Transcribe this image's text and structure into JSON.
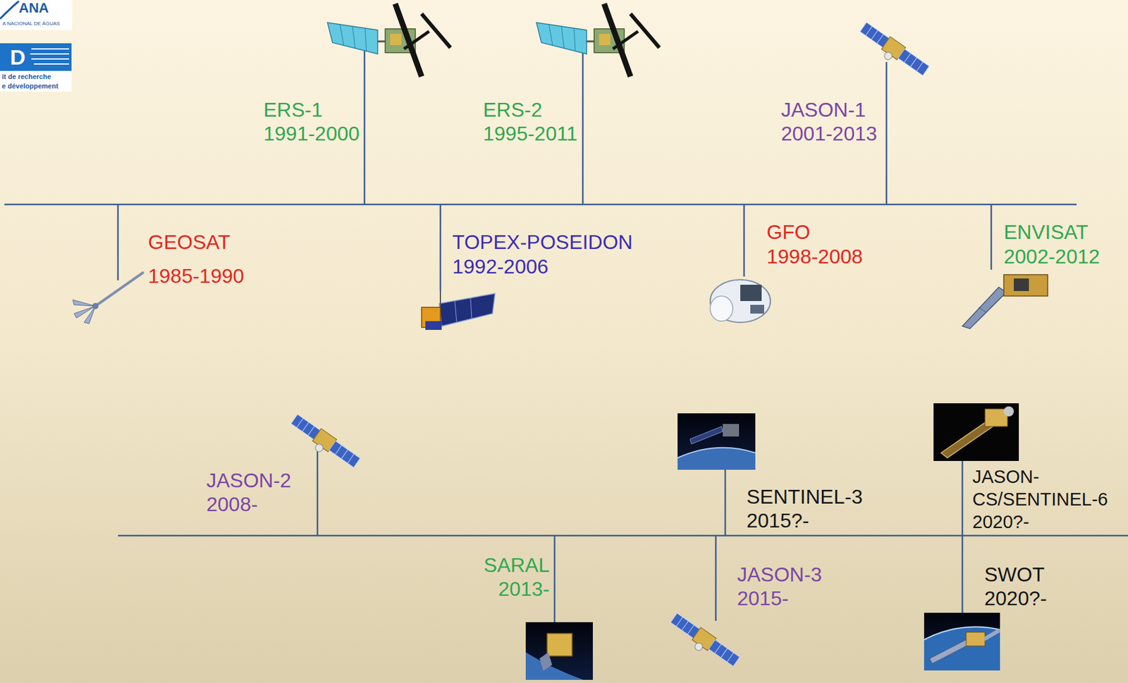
{
  "diagram": {
    "labels": [
      "ANA",
      "A NACIONAL DE ÁGUAS",
      "D",
      "it de recherche",
      "e développement",
      "ERS-1",
      "1991-2000",
      "ERS-2",
      "1995-2011",
      "JASON-1",
      "2001-2013",
      "GEOSAT",
      "1985-1990",
      "TOPEX-POSEIDON",
      "1992-2006",
      "GFO",
      "1998-2008",
      "ENVISAT",
      "2002-2012",
      "JASON-2",
      "2008-",
      "SENTINEL-3",
      "2015?-",
      "JASON- CS/SENTINEL-6",
      "2020?-",
      "SARAL",
      "2013-",
      "JASON-3",
      "2015-",
      "SWOT",
      "2020?-"
    ]
  }
}
